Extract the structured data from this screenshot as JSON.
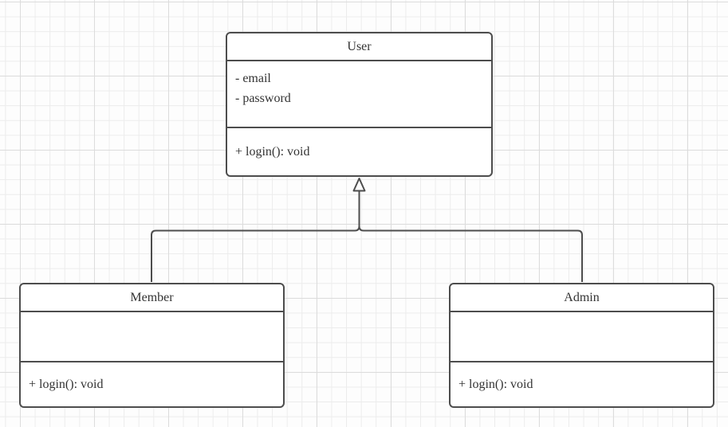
{
  "diagram": {
    "type": "uml-class-diagram",
    "classes": [
      {
        "name": "User",
        "attributes": [
          "- email",
          "- password"
        ],
        "methods": [
          "+ login(): void"
        ]
      },
      {
        "name": "Member",
        "attributes": [],
        "methods": [
          "+ login(): void"
        ]
      },
      {
        "name": "Admin",
        "attributes": [],
        "methods": [
          "+ login(): void"
        ]
      }
    ],
    "relationships": [
      {
        "type": "generalization",
        "parent": "User",
        "child": "Member",
        "arrow": "hollow-triangle"
      },
      {
        "type": "generalization",
        "parent": "User",
        "child": "Admin",
        "arrow": "hollow-triangle"
      }
    ],
    "colors": {
      "stroke": "#4d4d4d",
      "text": "#333333",
      "fill": "#ffffff",
      "canvas": "#fdfdfd",
      "grid_minor": "#ececec",
      "grid_major": "#dcdcdc"
    }
  }
}
